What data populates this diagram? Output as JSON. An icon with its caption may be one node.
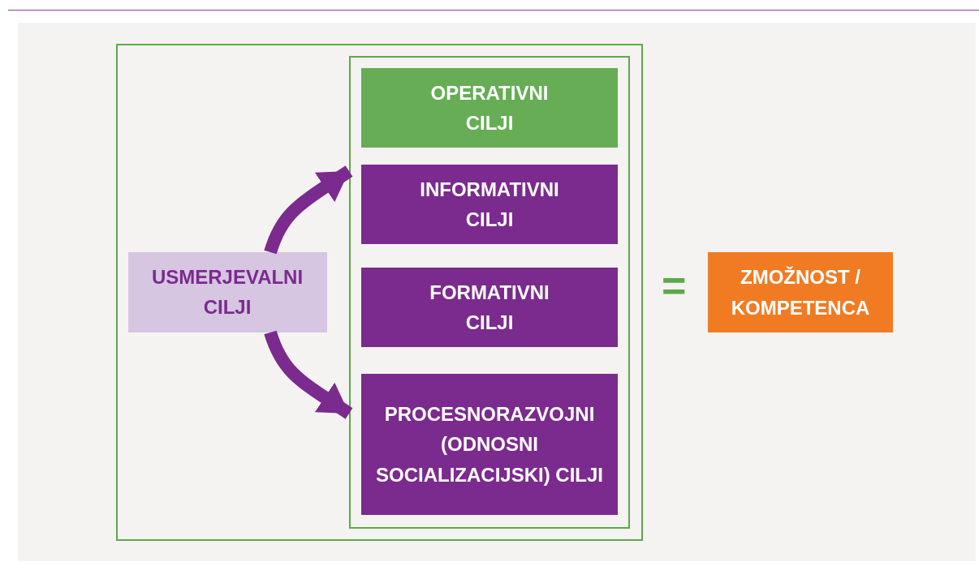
{
  "diagram": {
    "nodes": [
      {
        "text": [],
        "shape": "box"
      },
      {
        "text": [
          "USMERJEVALNI CILJI"
        ],
        "in": 0
      },
      {
        "text": [],
        "shape": "box",
        "in": 0
      },
      {
        "text": [
          "OPERATIVNI CILJI"
        ],
        "in": 2
      },
      {
        "text": [
          "INFORMATIVNI CILJI"
        ],
        "in": 2
      },
      {
        "text": [
          "FORMATIVNI CILJI"
        ],
        "in": 2
      },
      {
        "text": [
          "PROCESNORAZVOJNI (ODNOSNI SOCIALIZACIJSKI) CILJI"
        ],
        "in": 2
      },
      {
        "text": [
          "ZMOŽNOST / KOMPETENCA"
        ]
      }
    ],
    "edges": [
      {
        "from": 1,
        "to": 2,
        "arrow": "to"
      },
      {
        "from": 1,
        "to": 2,
        "arrow": "to"
      }
    ],
    "labels": [
      "="
    ]
  }
}
